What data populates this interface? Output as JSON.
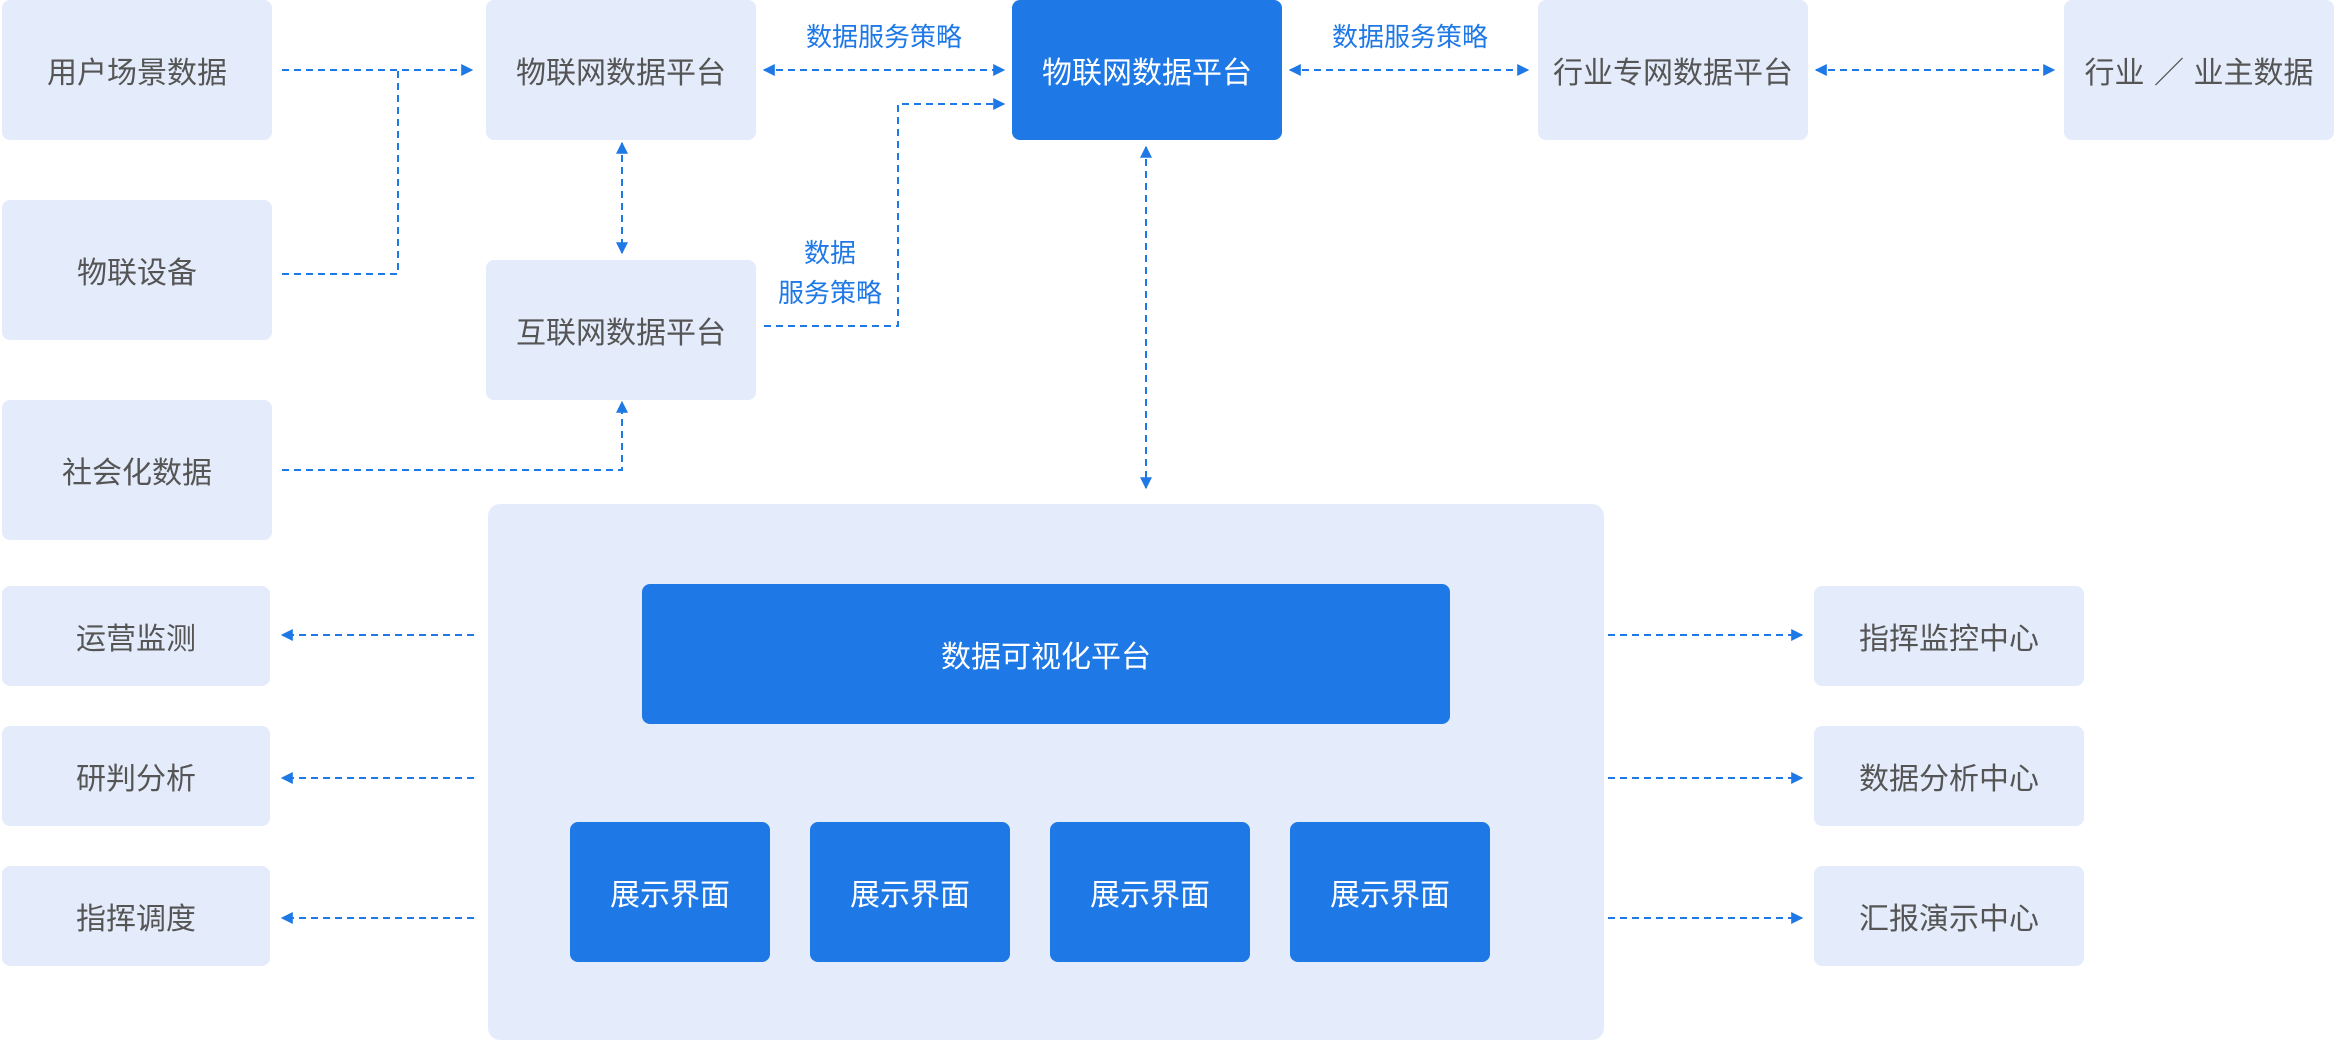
{
  "colors": {
    "accent": "#1e78e6",
    "light_box": "#e4ecfb",
    "text": "#555555"
  },
  "sources": {
    "user_scene_data": "用户场景数据",
    "iot_devices": "物联设备",
    "social_data": "社会化数据"
  },
  "platforms": {
    "iot_data_platform_left": "物联网数据平台",
    "internet_data_platform": "互联网数据平台",
    "iot_data_platform_center": "物联网数据平台",
    "industry_private_network_platform": "行业专网数据平台",
    "industry_owner_data": "行业 ／ 业主数据"
  },
  "strategy_labels": {
    "left_top": "数据服务策略",
    "right_top": "数据服务策略",
    "middle_line1": "数据",
    "middle_line2": "服务策略"
  },
  "visualization": {
    "title": "数据可视化平台",
    "displays": [
      "展示界面",
      "展示界面",
      "展示界面",
      "展示界面"
    ]
  },
  "outputs_left": [
    "运营监测",
    "研判分析",
    "指挥调度"
  ],
  "outputs_right": [
    "指挥监控中心",
    "数据分析中心",
    "汇报演示中心"
  ]
}
